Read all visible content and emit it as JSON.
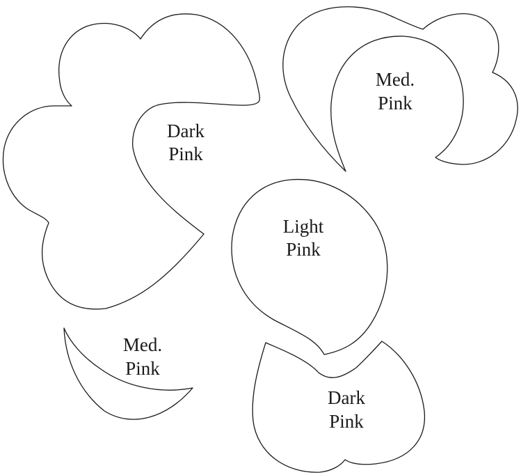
{
  "pieces": [
    {
      "id": "large-petal",
      "label_lines": [
        "Dark",
        "Pink"
      ]
    },
    {
      "id": "top-right-petal",
      "label_lines": [
        "Med.",
        "Pink"
      ]
    },
    {
      "id": "center-petal",
      "label_lines": [
        "Light",
        "Pink"
      ]
    },
    {
      "id": "crescent-petal",
      "label_lines": [
        "Med.",
        "Pink"
      ]
    },
    {
      "id": "bottom-petal",
      "label_lines": [
        "Dark",
        "Pink"
      ]
    }
  ],
  "colors": {
    "outline": "#1a1a1a",
    "background": "#ffffff"
  }
}
